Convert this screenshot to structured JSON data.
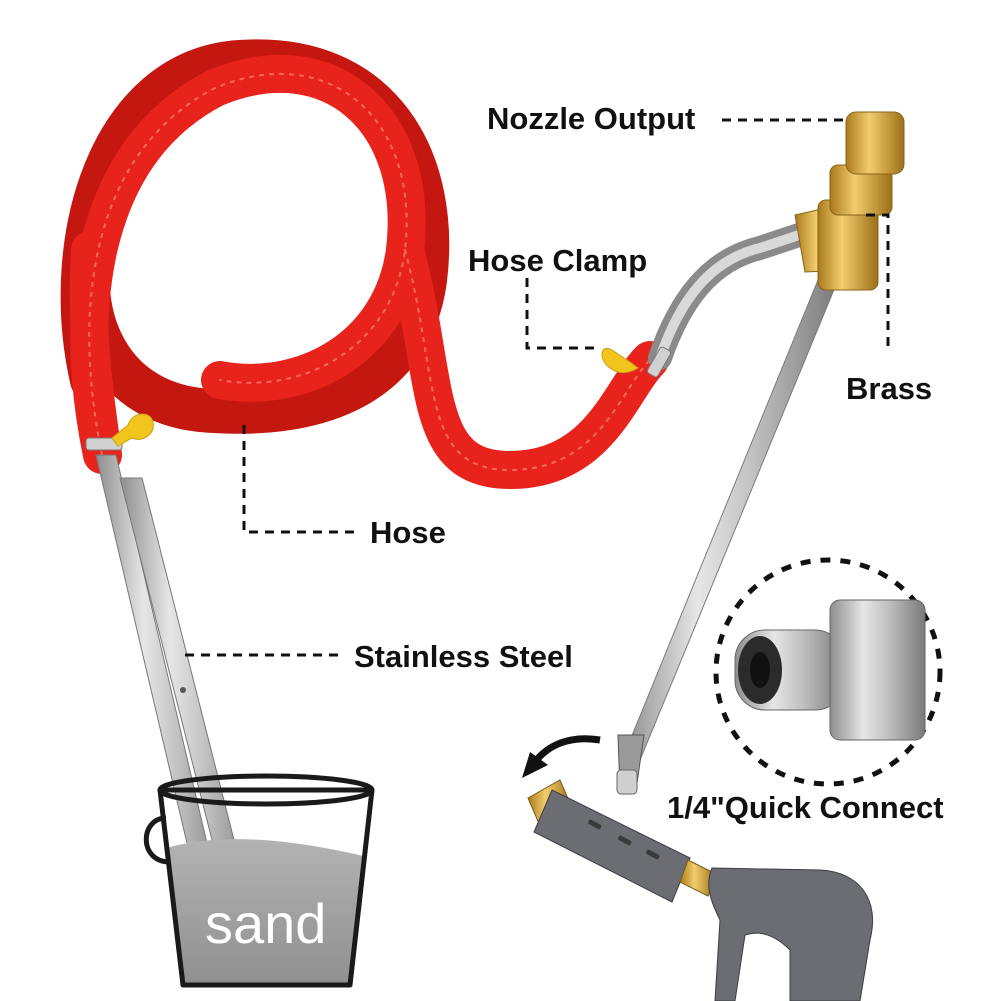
{
  "labels": {
    "nozzle_output": "Nozzle Output",
    "hose_clamp": "Hose Clamp",
    "brass": "Brass",
    "hose": "Hose",
    "stainless_steel": "Stainless Steel",
    "quick_connect": "1/4\"Quick Connect",
    "sand": "sand"
  },
  "colors": {
    "hose_red": "#e8231c",
    "hose_red_dark": "#b51410",
    "brass": "#d4a53c",
    "steel": "#b9b9b9",
    "clamp_yellow": "#f2c51c",
    "gun_grey": "#6b6d72",
    "sand_grey": "#9a9a9a"
  }
}
